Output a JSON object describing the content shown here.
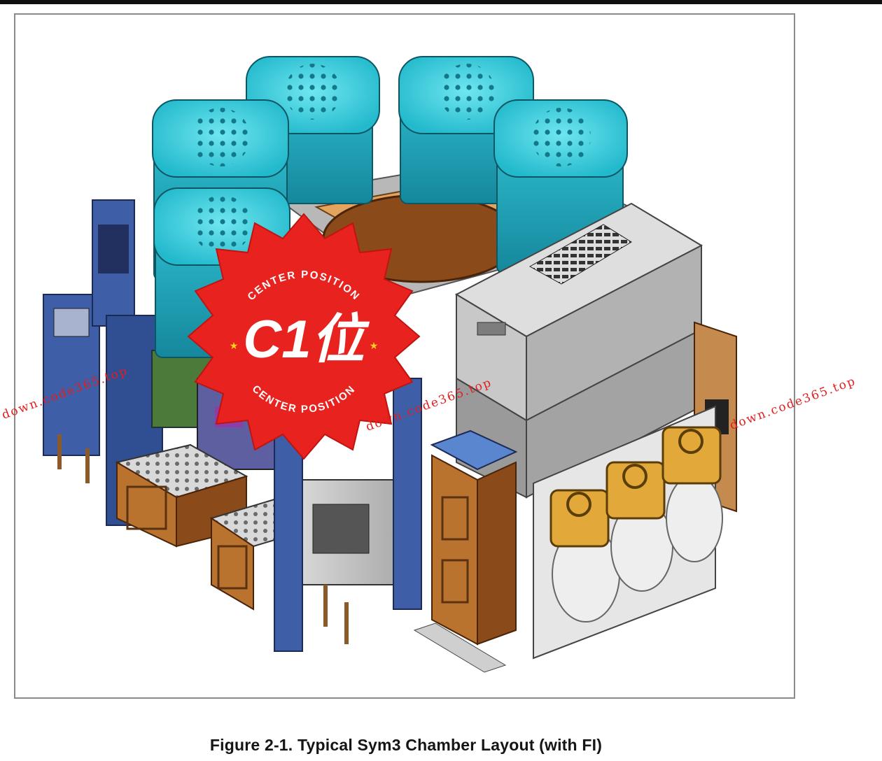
{
  "figure": {
    "caption": "Figure 2-1. Typical Sym3 Chamber Layout (with FI)",
    "colors": {
      "chamber_lid": "#2bc8d8",
      "chamber_body": "#1f9bb0",
      "stamp_red": "#e8231f",
      "wood_panel": "#b9732e",
      "mainframe_gray": "#c9c9c9",
      "frame_blue": "#3e5fa8"
    }
  },
  "stamp": {
    "top_arc": "CENTER POSITION",
    "bottom_arc": "CENTER POSITION",
    "logo": "C1位"
  },
  "watermark": {
    "text_a": "down.code365.top",
    "text_b": "down.code365.top",
    "text_c": "down.code365.top"
  }
}
